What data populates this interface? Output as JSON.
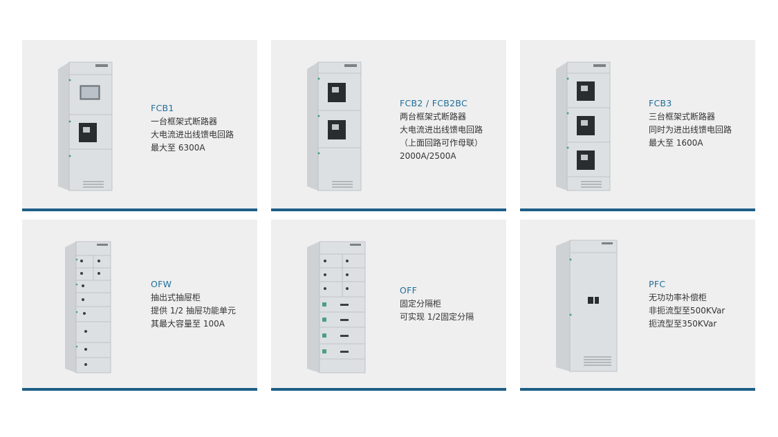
{
  "products": [
    {
      "model": "FCB1",
      "lines": [
        "一台框架式断路器",
        "大电流进出线馈电回路",
        "最大至 6300A"
      ]
    },
    {
      "model": "FCB2 / FCB2BC",
      "lines": [
        "两台框架式断路器",
        "大电流进出线馈电回路",
        "（上面回路可作母联）",
        "2000A/2500A"
      ]
    },
    {
      "model": "FCB3",
      "lines": [
        "三台框架式断路器",
        "同时为进出线馈电回路",
        "最大至 1600A"
      ]
    },
    {
      "model": "OFW",
      "lines": [
        "抽出式抽屉柜",
        "提供 1/2  抽屉功能单元",
        "其最大容量至 100A"
      ]
    },
    {
      "model": "OFF",
      "lines": [
        "固定分隔柜",
        "可实现 1/2固定分隔"
      ]
    },
    {
      "model": "PFC",
      "lines": [
        "无功功率补偿柜",
        "非扼流型至500KVar",
        "扼流型至350KVar"
      ]
    }
  ],
  "colors": {
    "card_bg": "#efefef",
    "accent": "#1d5e86",
    "model_text": "#1f6d99",
    "body_text": "#333333"
  },
  "icons": [
    "cabinet-fcb1-icon",
    "cabinet-fcb2-icon",
    "cabinet-fcb3-icon",
    "cabinet-ofw-icon",
    "cabinet-off-icon",
    "cabinet-pfc-icon"
  ]
}
